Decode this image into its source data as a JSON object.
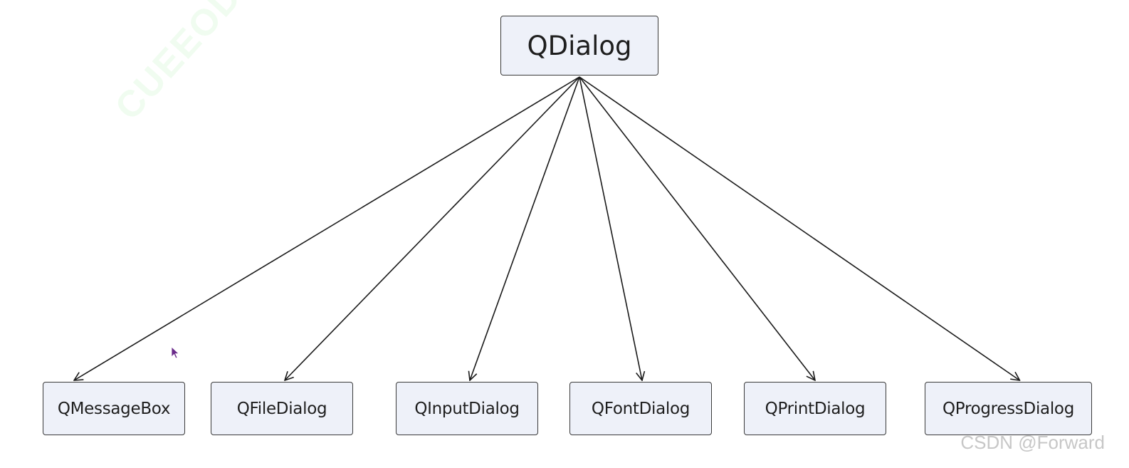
{
  "diagram": {
    "root": {
      "label": "QDialog"
    },
    "children": [
      {
        "label": "QMessageBox"
      },
      {
        "label": "QFileDialog"
      },
      {
        "label": "QInputDialog"
      },
      {
        "label": "QFontDialog"
      },
      {
        "label": "QPrintDialog"
      },
      {
        "label": "QProgressDialog"
      }
    ]
  },
  "watermarks": {
    "faint_text": "CUEEODRYI",
    "csdn": "CSDN @Forward"
  },
  "colors": {
    "node_fill": "#eef1f9",
    "node_border": "#3a3a3a",
    "edge": "#1a1a1a",
    "cursor": "#6a2a8a"
  }
}
